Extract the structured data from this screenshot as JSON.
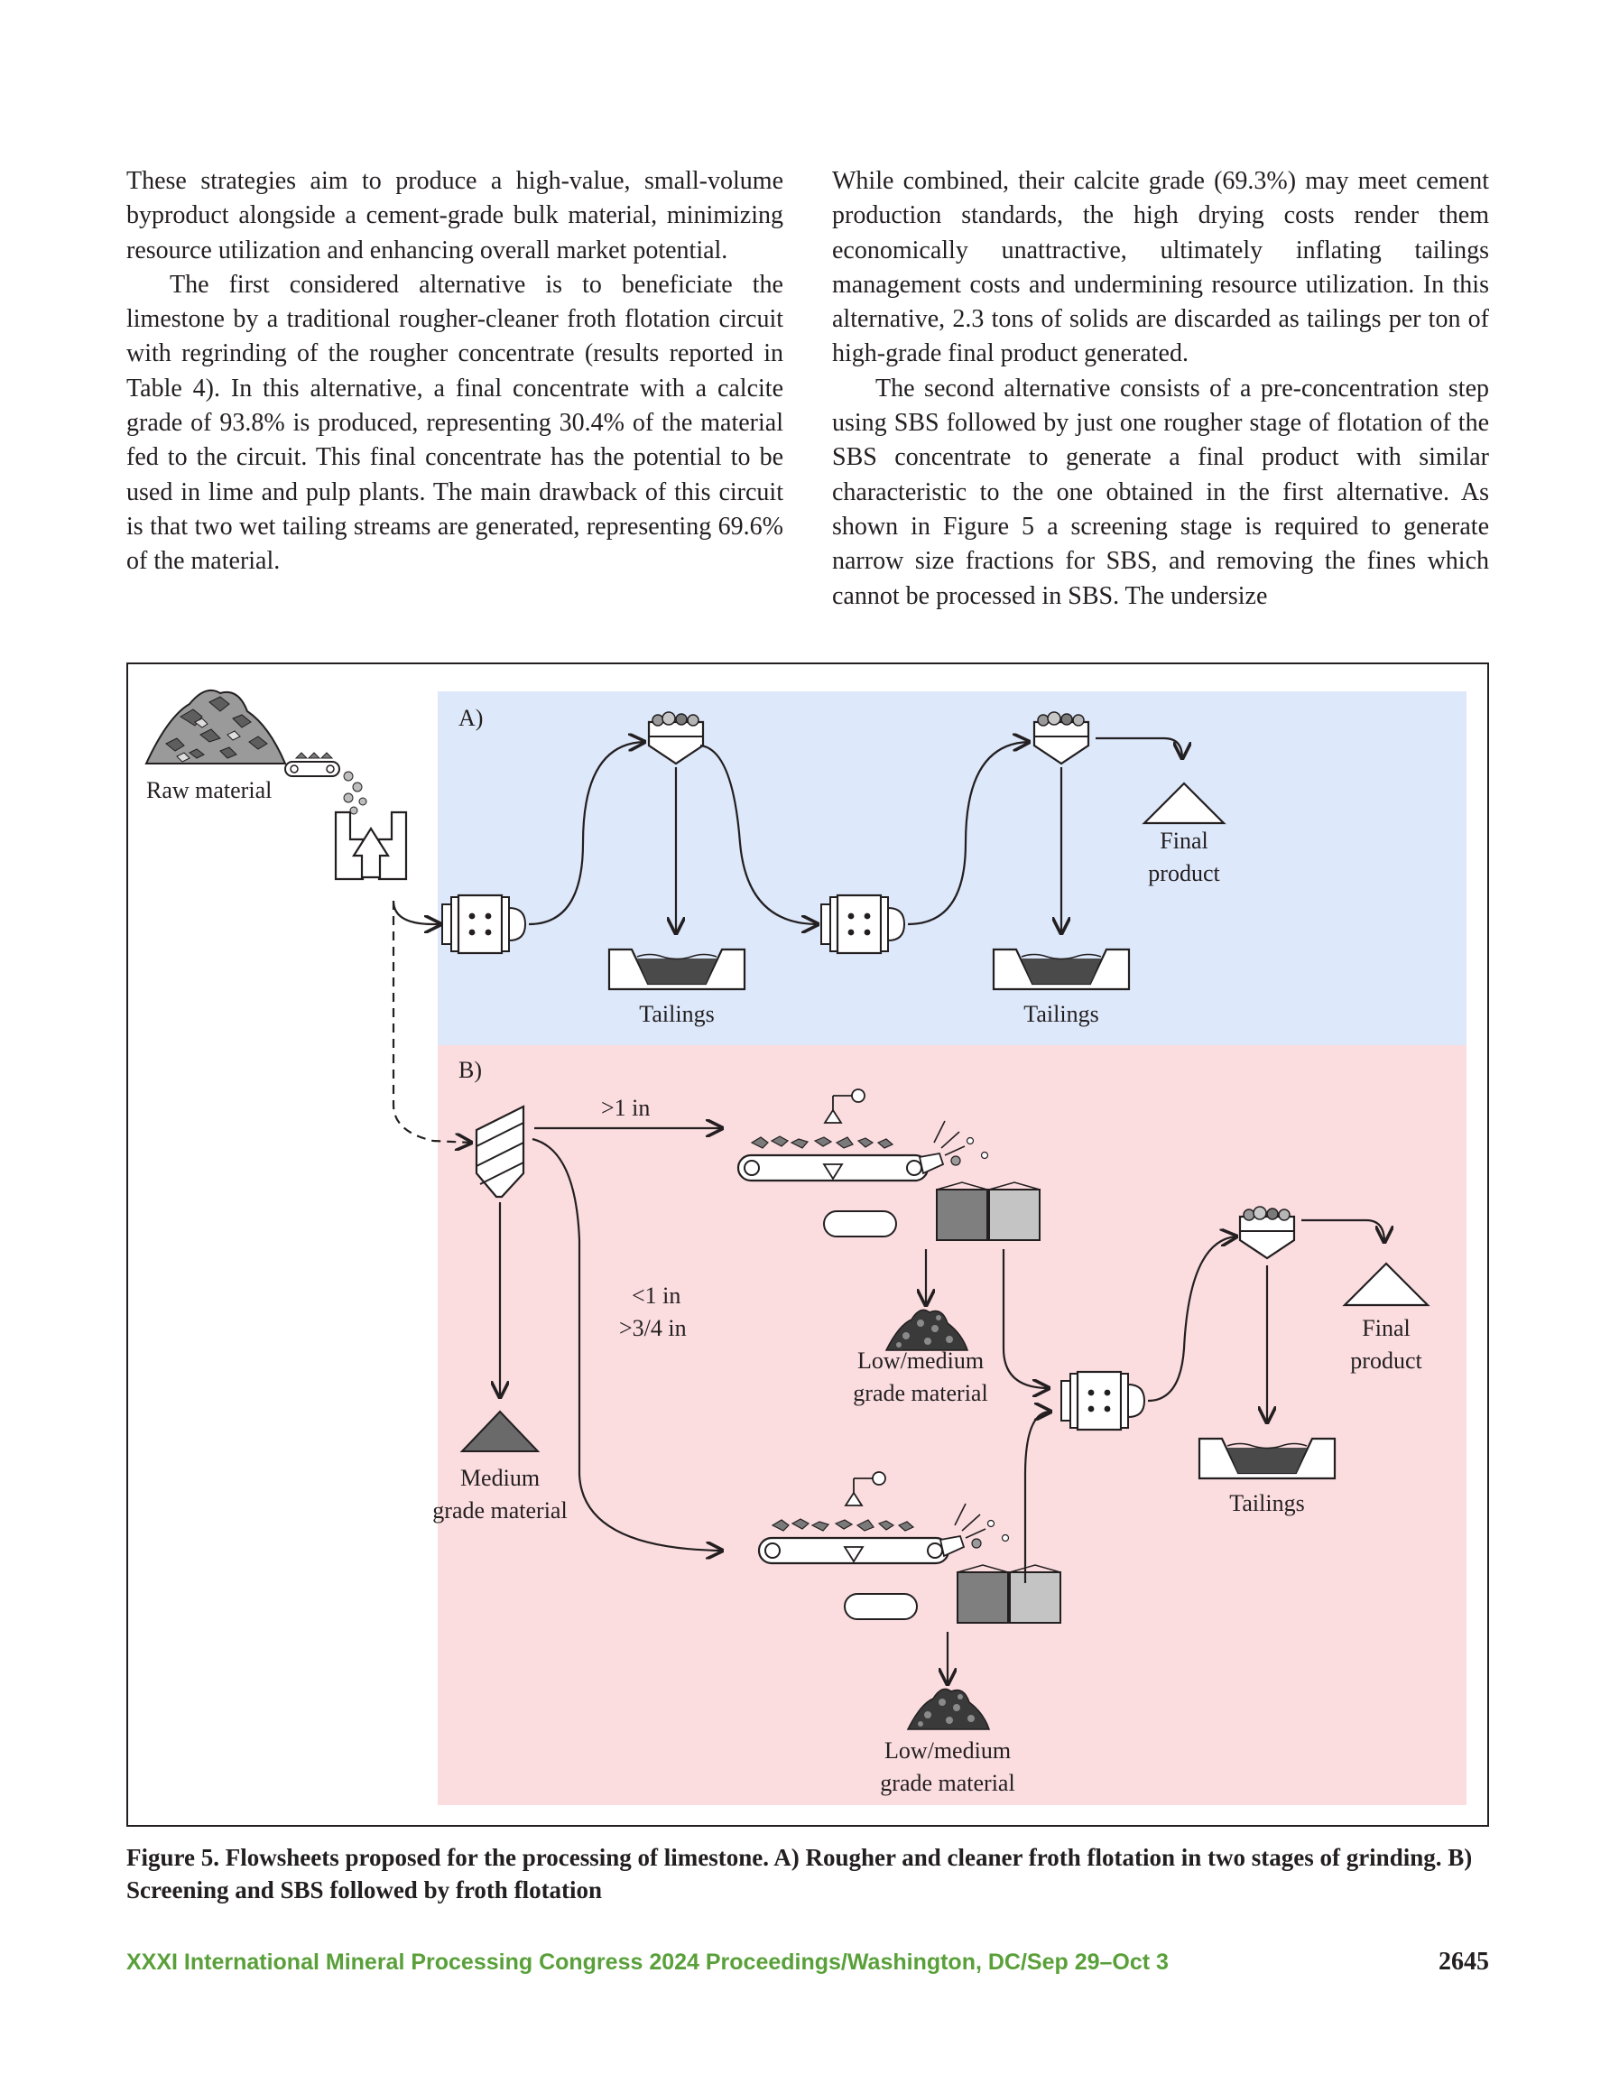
{
  "body": {
    "left_paragraphs": [
      "These strategies aim to produce a high-value, small-volume byproduct alongside a cement-grade bulk material, mini­mizing resource utilization and enhancing overall market potential.",
      "The first considered alternative is to beneficiate the limestone by a traditional rougher-cleaner froth flotation circuit with regrinding of the rougher concentrate (results reported in Table 4). In this alternative, a final concentrate with a calcite grade of 93.8% is produced, representing 30.4% of the material fed to the circuit. This final concen­trate has the potential to be used in lime and pulp plants. The main drawback of this circuit is that two wet tailing streams are generated, representing 69.6% of the material."
    ],
    "right_paragraphs": [
      "While combined, their calcite grade (69.3%) may meet cement production standards, the high drying costs render them economically unattractive, ultimately inflating tail­ings management costs and undermining resource utiliza­tion. In this alternative, 2.3 tons of solids are discarded as tailings per ton of high-grade final product generated.",
      "The second alternative consists of a pre-concentration step using SBS followed by just one rougher stage of flota­tion of the SBS concentrate to generate a final product with similar characteristic to the one obtained in the first alter­native. As shown in Figure 5 a screening stage is required to generate narrow size fractions for SBS, and removing the fines which cannot be processed in SBS. The undersize"
    ]
  },
  "figure": {
    "panel_a_label": "A)",
    "panel_b_label": "B)",
    "raw_material": "Raw material",
    "tailings": "Tailings",
    "final_line1": "Final",
    "final_line2": "product",
    "oversize_label": ">1 in",
    "size_label_line1": "<1 in",
    "size_label_line2": ">3/4 in",
    "low_medium_line1": "Low/medium",
    "low_medium_line2": "grade material",
    "medium_line1": "Medium",
    "medium_line2": "grade material",
    "colors": {
      "panel_a": "#dde8fb",
      "panel_b": "#fbdde0",
      "ink": "#231f20"
    }
  },
  "caption": "Figure 5. Flowsheets proposed for the processing of limestone. A) Rougher and cleaner froth flotation in two stages of grinding. B) Screening and SBS followed by froth flotation",
  "footer": {
    "conference": "XXXI International Mineral Processing Congress 2024 Proceedings/Washington, DC/Sep 29–Oct 3",
    "page_number": "2645",
    "color": "#5aa03a"
  }
}
